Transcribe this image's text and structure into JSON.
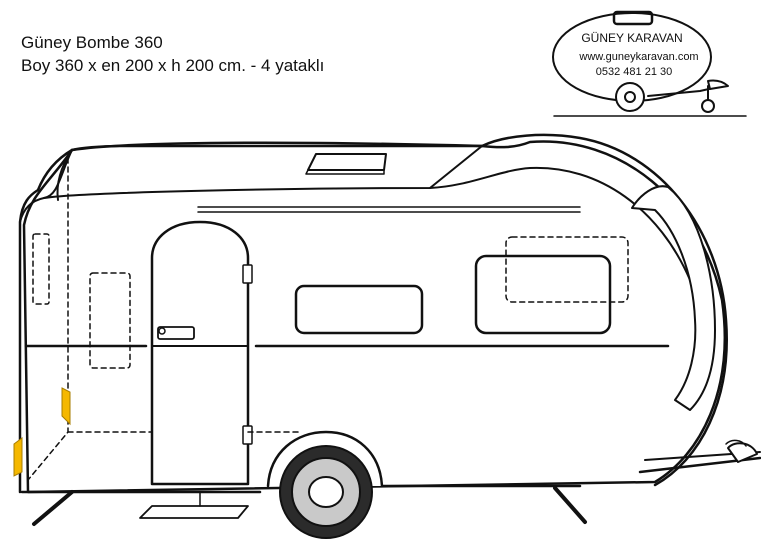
{
  "header": {
    "title": "Güney Bombe 360",
    "specs": "Boy 360 x en 200 x h 200 cm. - 4 yataklı"
  },
  "logo": {
    "brand": "GÜNEY KARAVAN",
    "website": "www.guneykaravan.com",
    "phone": "0532 481 21 30"
  },
  "colors": {
    "line": "#111111",
    "reflector": "#f5b800",
    "tire": "#2b2b2b",
    "rim": "#c9c9c9"
  }
}
